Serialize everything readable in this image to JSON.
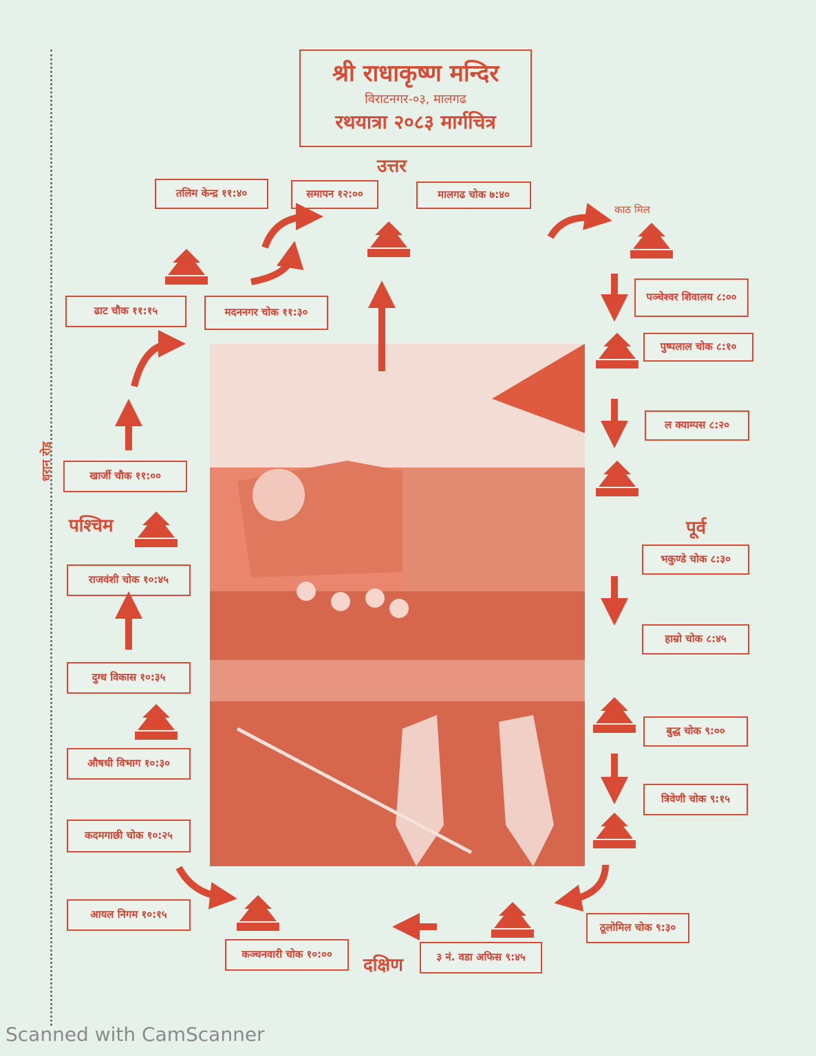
{
  "header": {
    "title": "श्री राधाकृष्ण मन्दिर",
    "address": "विराटनगर-०३, मालगढ",
    "subtitle": "रथयात्रा २०८३ मार्गचित्र"
  },
  "directions": {
    "north": "उत्तर",
    "south": "दक्षिण",
    "east": "पूर्व",
    "west": "पश्चिम"
  },
  "side_label": "धरान रोड",
  "kath_mill": "काठ मिल",
  "stops": {
    "talim_kendra": "तलिम केन्द्र ११:४०",
    "samapan": "समापन १२:००",
    "malgadh_chowk": "मालगढ चोक ७:४०",
    "pashupateshwar": "पञ्चेश्वर शिवालय ८:००",
    "pushpalal": "पुष्पलाल चोक ८:१०",
    "campus": "ल क्याम्पस ८:२०",
    "bhakunde": "भकुण्डे चोक ८:३०",
    "hamro": "हाम्रो चोक ८:४५",
    "buddha": "बुद्ध चोक ९:००",
    "triveni": "त्रिवेणी चोक ९:१५",
    "thulo_mill": "ठूलोमिल चोक ९:३०",
    "ward_office": "३ नं. वडा अफिस ९:४५",
    "kanchanbari": "कञ्चनवारी चोक १०:००",
    "ayal_nigam": "आयल निगम १०:१५",
    "kadamgachhi": "कदमगाछी चोक १०:२५",
    "aushadhi": "औषधी विभाग १०:३०",
    "dugdha": "दुग्ध विकास १०:३५",
    "rajbanshi": "राजवंशी चोक १०:४५",
    "kharji": "खार्जी चौक ११:००",
    "dhat": "ढाट चौक ११:१५",
    "madannagar": "मदननगर चोक ११:३०"
  },
  "watermark": "Scanned with CamScanner",
  "colors": {
    "ink": "#d84a33",
    "paper": "#e6f1ea"
  }
}
